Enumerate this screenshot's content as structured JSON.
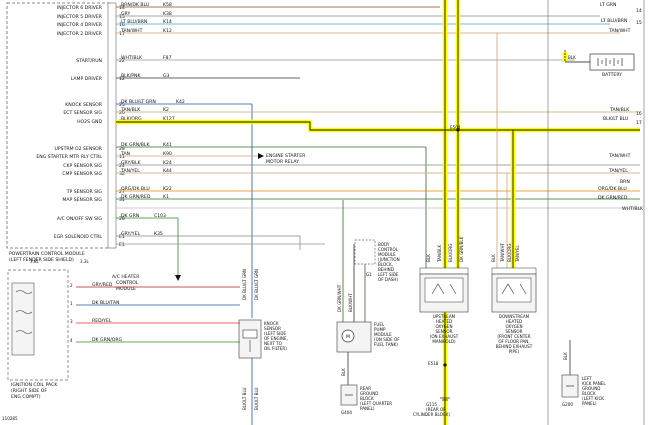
{
  "pcm": {
    "labels": [
      "INJECTOR 6 DRIVER",
      "INJECTOR 5 DRIVER",
      "INJECTOR 4 DRIVER",
      "INJECTOR 2 DRIVER",
      "START/RUN",
      "LAMP DRIVER",
      "KNOCK SENSOR",
      "ECT SENSOR SIG",
      "HO2S GND",
      "UPSTRM O2 SENSOR",
      "ENG STARTER MTR RLY CTRL",
      "CKP SENSOR SIG",
      "CMP SENSOR SIG",
      "TP SENSOR SIG",
      "MAP SENSOR SIG",
      "A/C ON/OFF SW SIG",
      "EGR SOLENOID CTRL"
    ],
    "pins": [
      "14",
      "15",
      "16",
      "17",
      "22",
      "12",
      "25",
      "26",
      "27",
      "28",
      "11",
      "24",
      "32",
      "27",
      "31",
      "28",
      "E1",
      "E1"
    ],
    "wires": [
      {
        "color": "BRN/DK BLU",
        "circuit": "K58"
      },
      {
        "color": "GRY",
        "circuit": "K38"
      },
      {
        "color": "LT BLU/BRN",
        "circuit": "K14"
      },
      {
        "color": "TAN/WHT",
        "circuit": "K12"
      },
      {
        "color": "WHT/BLK",
        "circuit": "F87"
      },
      {
        "color": "BLK/PNK",
        "circuit": "G3"
      },
      {
        "color": "DK BLU/LT GRN",
        "circuit": "K42"
      },
      {
        "color": "TAN/BLK",
        "circuit": "K2"
      },
      {
        "color": "BLK/ORG",
        "circuit": "K127"
      },
      {
        "color": "DK GRN/BLK",
        "circuit": "K41"
      },
      {
        "color": "TAN",
        "circuit": "K90"
      },
      {
        "color": "GRY/BLK",
        "circuit": "K24"
      },
      {
        "color": "TAN/YEL",
        "circuit": "K44"
      },
      {
        "color": "ORG/DK BLU",
        "circuit": "K22"
      },
      {
        "color": "DK GRN/RED",
        "circuit": "K1"
      },
      {
        "color": "DK GRN",
        "circuit": "C103"
      },
      {
        "color": "GRY/YEL",
        "circuit": "K35"
      }
    ],
    "caption": [
      "POWERTRAIN CONTROL MODULE",
      "(LEFT FENDER SIDE SHIELD)"
    ]
  },
  "right_edge": {
    "wires": [
      "LT GRN",
      "LT BLU/BRN",
      "TAN/WHT",
      "TAN/BLK",
      "BLK/LT BLU",
      "TAN/WHT",
      "TAN/YEL",
      "BRN",
      "ORG/DK BLU",
      "DK GRN/RED",
      "WHT/BLK"
    ],
    "pins": [
      "14",
      "15",
      "16",
      "17"
    ]
  },
  "battery": {
    "label": "BATTERY",
    "wire": "BLK"
  },
  "engine_starter": {
    "lines": [
      "ENGINE STARTER",
      "MOTOR RELAY"
    ]
  },
  "ac_heater": {
    "lines": [
      "A/C HEATER",
      "CONTROL",
      "MODULE"
    ]
  },
  "body_control": {
    "lines": [
      "BODY",
      "CONTROL",
      "MODULE",
      "(JUNCTION",
      "BLOCK,",
      "BEHIND",
      "LEFT SIDE",
      "OF DASH)"
    ],
    "pin": "G1"
  },
  "splice": {
    "e504": "E504",
    "e518": "E518"
  },
  "knock_sensor": {
    "lines": [
      "KNOCK",
      "SENSOR",
      "(LEFT SIDE",
      "OF ENGINE,",
      "NEXT TO",
      "OIL FILTER)"
    ],
    "wire_top": "DK BLU/LT GRN",
    "wire_top2": "DK BLU/LT GRN",
    "wire_bottom": "BLK/LT BLU",
    "wire_bottom2": "BLK/LT BLU"
  },
  "fuel_pump": {
    "lines": [
      "FUEL",
      "PUMP",
      "MODULE",
      "(ON SIDE OF",
      "FUEL TANK)"
    ],
    "wire1": "DK GRN/WHT",
    "wire2": "BLK/WHT",
    "wire3": "BLK",
    "motor": "M"
  },
  "rear_ground": {
    "lines": [
      "REAR",
      "GROUND",
      "BLOCK",
      "(LEFT QUARTER",
      "PANEL)"
    ],
    "id": "G404"
  },
  "g115": {
    "lines": [
      "G115",
      "(REAR OF",
      "CYLINDER BLOCK)"
    ]
  },
  "upstream": {
    "lines": [
      "UPSTREAM",
      "HEATED",
      "OXYGEN",
      "SENSOR",
      "(ON EXHAUST",
      "MANIFOLD)"
    ],
    "wires": [
      "BLK",
      "TAN/BLK",
      "BLK/ORG",
      "DK GRN/BLK"
    ]
  },
  "downstream": {
    "lines": [
      "DOWNSTREAM",
      "HEATED",
      "OXYGEN",
      "SENSOR",
      "(FRONT CENTER",
      "OF FLOOR PAN,",
      "BEHIND EXHAUST",
      "PIPE)"
    ],
    "wires": [
      "BLK",
      "TAN/WHT",
      "BLK/ORG",
      "TAN/YEL"
    ]
  },
  "left_kick": {
    "lines": [
      "LEFT",
      "KICK PANEL",
      "GROUND",
      "BLOCK",
      "(LEFT KICK",
      "PANEL)"
    ],
    "id": "G200",
    "wire": "BLK"
  },
  "ignition": {
    "lines": [
      "IGNITION COIL PACK",
      "(RIGHT SIDE OF",
      "ENG COMPT)"
    ],
    "engine_a": "3.8L",
    "engine_b": "3.3L",
    "wires": [
      "GRY/RED",
      "DK BLU/TAN",
      "RED/YEL",
      "DK GRN/ORG"
    ]
  },
  "figure_id": "110285"
}
